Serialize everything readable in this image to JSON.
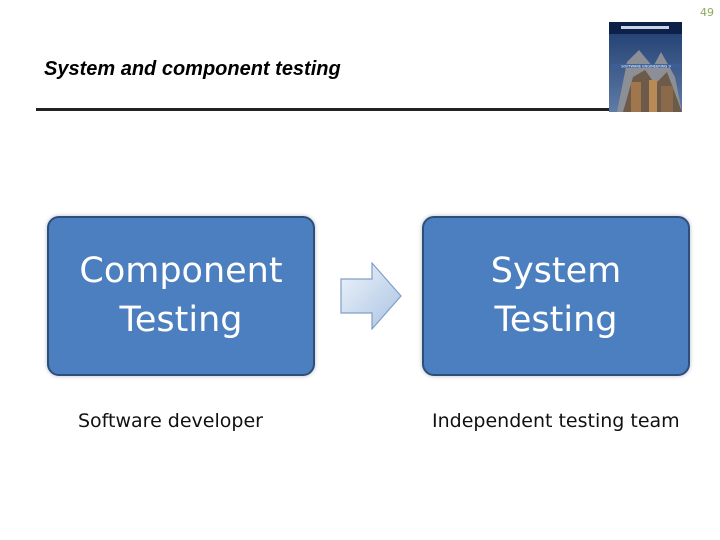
{
  "slide": {
    "number": "49",
    "title": "System and component testing"
  },
  "book_cover": {
    "icon": "book-cover-image",
    "text": "SOFTWARE ENGINEERING 9"
  },
  "diagram": {
    "boxes": [
      {
        "id": "component",
        "line1": "Component",
        "line2": "Testing",
        "role": "Software developer"
      },
      {
        "id": "system",
        "line1": "System",
        "line2": "Testing",
        "role": "Independent testing team"
      }
    ],
    "arrow_icon": "right-arrow-icon"
  },
  "colors": {
    "box_fill": "#4b7fbf",
    "box_border": "#2e4f7a",
    "box_text": "#ffffff",
    "arrow_fill_light": "#eef4fb",
    "arrow_fill_dark": "#a9c3e2",
    "slide_number": "#8faa5c",
    "rule": "#222222"
  }
}
